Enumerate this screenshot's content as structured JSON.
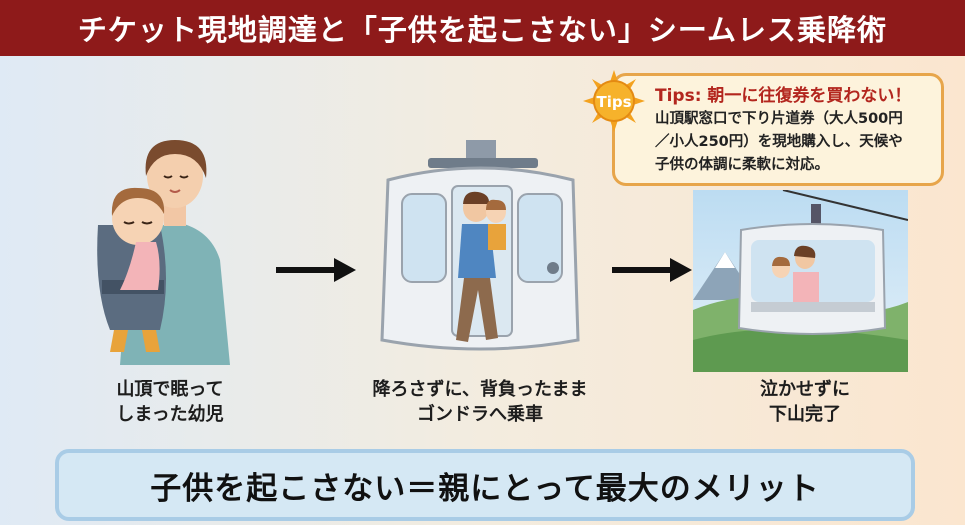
{
  "header": {
    "title": "チケット現地調達と「子供を起こさない」シームレス乗降術"
  },
  "tips": {
    "badge": "Tips",
    "title": "Tips: 朝一に往復券を買わない！",
    "lines": [
      "山頂駅窓口で下り片道券（大人500円",
      "／小人250円）を現地購入し、天候や",
      "子供の体調に柔軟に対応。"
    ]
  },
  "steps": [
    {
      "caption_lines": [
        "山頂で眠って",
        "しまった幼児"
      ]
    },
    {
      "caption_lines": [
        "降ろさずに、背負ったまま",
        "ゴンドラへ乗車"
      ]
    },
    {
      "caption_lines": [
        "泣かせずに",
        "下山完了"
      ]
    }
  ],
  "banner": {
    "text": "子供を起こさない＝親にとって最大のメリット"
  },
  "colors": {
    "header_bg": "#8e1a1a",
    "tips_border": "#e7a54a",
    "tips_title": "#b3261e",
    "banner_bg": "#d5e8f4"
  }
}
